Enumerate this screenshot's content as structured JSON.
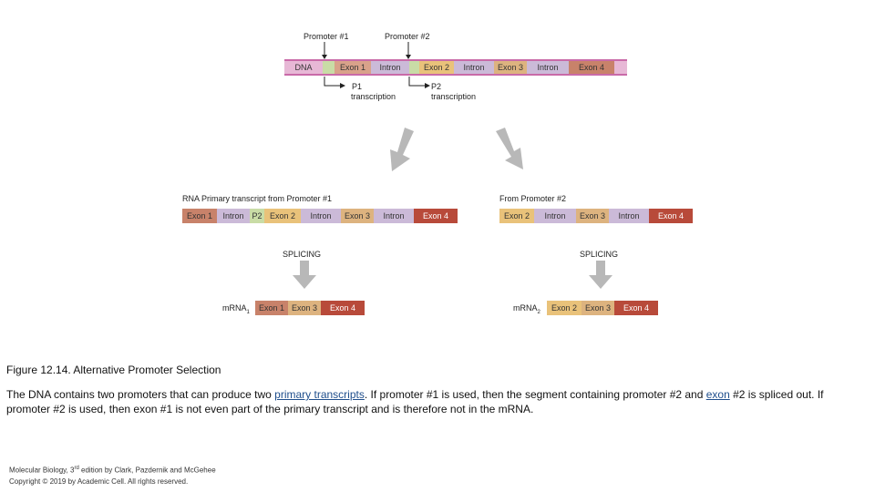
{
  "dna": {
    "promoter1_label": "Promoter #1",
    "promoter2_label": "Promoter #2",
    "segments": [
      "DNA",
      "Exon 1",
      "Intron",
      "Exon 2",
      "Intron",
      "Exon 3",
      "Intron",
      "Exon 4"
    ],
    "p1_label": "P1",
    "p1_sub": "transcription",
    "p2_label": "P2",
    "p2_sub": "transcription"
  },
  "left": {
    "title": "RNA Primary transcript from Promoter #1",
    "segments": [
      "Exon 1",
      "Intron",
      "P2",
      "Exon 2",
      "Intron",
      "Exon 3",
      "Intron",
      "Exon 4"
    ],
    "splicing": "SPLICING",
    "mrna_label": "mRNA",
    "mrna_sub": "1",
    "mrna_segments": [
      "Exon 1",
      "Exon 3",
      "Exon 4"
    ]
  },
  "right": {
    "title": "From Promoter #2",
    "segments": [
      "Exon 2",
      "Intron",
      "Exon 3",
      "Intron",
      "Exon 4"
    ],
    "splicing": "SPLICING",
    "mrna_label": "mRNA",
    "mrna_sub": "2",
    "mrna_segments": [
      "Exon 2",
      "Exon 3",
      "Exon 4"
    ]
  },
  "caption": {
    "title": "Figure 12.14. Alternative Promoter Selection",
    "text_1": "The DNA contains two promoters that can produce two ",
    "link_1": "primary transcripts",
    "text_2": ". If promoter #1 is used, then the segment containing promoter #2 and ",
    "link_2": "exon",
    "text_3": " #2 is spliced out. If promoter #2 is used, then exon #1 is not even part of the primary transcript and is therefore not in the mRNA."
  },
  "credits": {
    "line1_a": "Molecular Biology, 3",
    "line1_sup": "rd",
    "line1_b": " edition by Clark, Pazdernik and  McGehee",
    "line2": "Copyright © 2019 by Academic Cell. All rights reserved."
  },
  "colors": {
    "dna_pink": "#e7b8d6",
    "exon1": "#c8826a",
    "exon1_light": "#d9a28a",
    "intron": "#cbbad8",
    "promoter_green": "#c9dca6",
    "exon2": "#e9c27a",
    "exon3": "#ddb37f",
    "exon4": "#b84a3a",
    "arrow_gray": "#b8b8b8"
  }
}
